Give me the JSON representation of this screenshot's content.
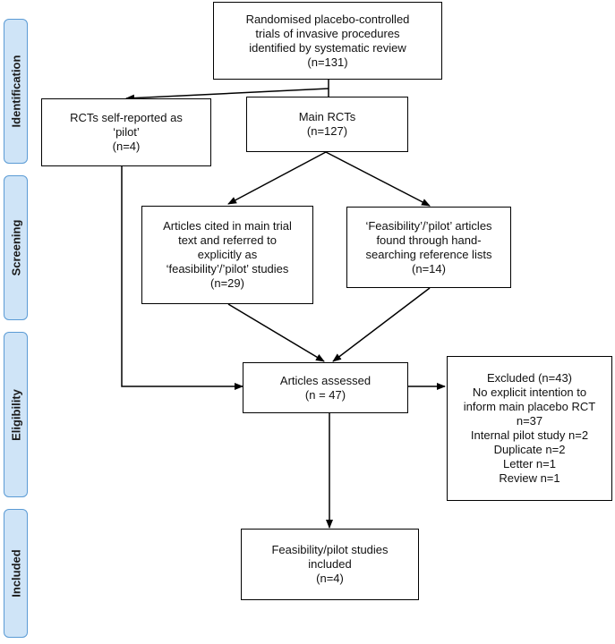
{
  "stages": {
    "identification": "Identification",
    "screening": "Screening",
    "eligibility": "Eligibility",
    "included": "Included"
  },
  "boxes": {
    "identified": {
      "lines": [
        "Randomised placebo-controlled",
        "trials of invasive procedures",
        "identified by systematic review",
        "(n=131)"
      ]
    },
    "pilot_self_reported": {
      "lines": [
        "RCTs self-reported as",
        "‘pilot’",
        "(n=4)"
      ]
    },
    "main_rcts": {
      "lines": [
        "Main RCTs",
        "(n=127)"
      ]
    },
    "articles_cited": {
      "lines": [
        "Articles cited in main trial",
        "text and referred to",
        "explicitly as",
        "‘feasibility’/’pilot’ studies",
        "(n=29)"
      ]
    },
    "hand_searching": {
      "lines": [
        "‘Feasibility’/’pilot’ articles",
        "found through hand-",
        "searching reference lists",
        "(n=14)"
      ]
    },
    "assessed": {
      "lines": [
        "Articles assessed",
        "(n = 47)"
      ]
    },
    "excluded": {
      "lines": [
        "Excluded (n=43)",
        "No explicit intention to",
        "inform main placebo RCT",
        "n=37",
        "Internal pilot study n=2",
        "Duplicate n=2",
        "Letter n=1",
        "Review n=1"
      ]
    },
    "included": {
      "lines": [
        "Feasibility/pilot studies",
        "included",
        "(n=4)"
      ]
    }
  }
}
